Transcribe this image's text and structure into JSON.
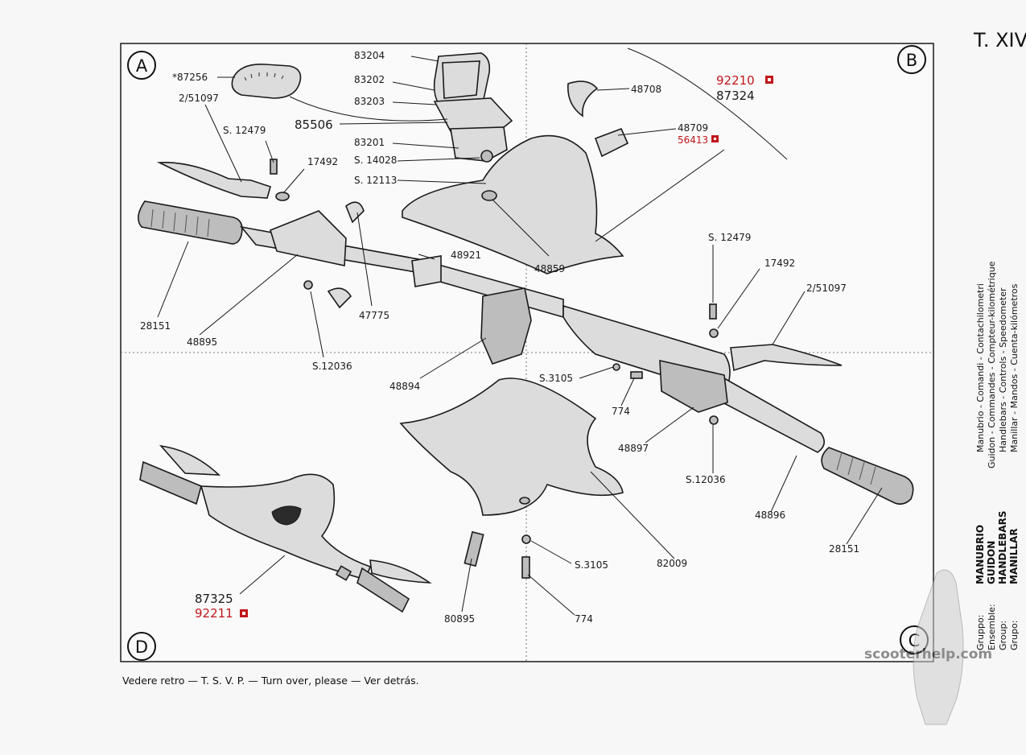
{
  "plate": {
    "title": "T. XIV",
    "footer": "Vedere retro — T. S. V. P. — Turn over, please — Ver detrás.",
    "watermark": "scooterhelp.com",
    "sections": [
      "A",
      "B",
      "C",
      "D"
    ]
  },
  "side_text": {
    "group_lines": [
      {
        "prefix": "Gruppo:",
        "name": "MANUBRIO",
        "desc": "Manubrio - Comandi - Contachilometri"
      },
      {
        "prefix": "Ensemble:",
        "name": "GUIDON",
        "desc": "Guidon - Commandes - Compteur-kilométrique"
      },
      {
        "prefix": "Group:",
        "name": "HANDLEBARS",
        "desc": "Handlebars - Controls - Speedometer"
      },
      {
        "prefix": "Grupo:",
        "name": "MANILLAR",
        "desc": "Manillar - Mandos - Cuenta-kilómetros"
      }
    ]
  },
  "labels": {
    "l87256": "*87256",
    "l2_51097a": "2/51097",
    "l83204": "83204",
    "l83202": "83202",
    "l83203": "83203",
    "l85506": "85506",
    "l83201": "83201",
    "lS14028": "S. 14028",
    "lS12113": "S. 12113",
    "lS12479a": "S. 12479",
    "l17492a": "17492",
    "l48921": "48921",
    "l48859": "48859",
    "l47775": "47775",
    "l28151a": "28151",
    "l48895": "48895",
    "lS12036a": "S.12036",
    "l48894": "48894",
    "l92210": "92210",
    "l87324": "87324",
    "l48708": "48708",
    "l48709": "48709",
    "l56413": "56413",
    "lS12479b": "S. 12479",
    "l17492b": "17492",
    "l2_51097b": "2/51097",
    "lS3105a": "S.3105",
    "l774a": "774",
    "l48897": "48897",
    "lS12036b": "S.12036",
    "l48896": "48896",
    "l28151b": "28151",
    "l82009": "82009",
    "lS3105b": "S.3105",
    "l774b": "774",
    "l80895": "80895",
    "l87325": "87325",
    "l92211": "92211"
  },
  "colors": {
    "ink": "#1a1a1a",
    "accent_red": "#c0171b",
    "paper": "#f7f7f7"
  }
}
